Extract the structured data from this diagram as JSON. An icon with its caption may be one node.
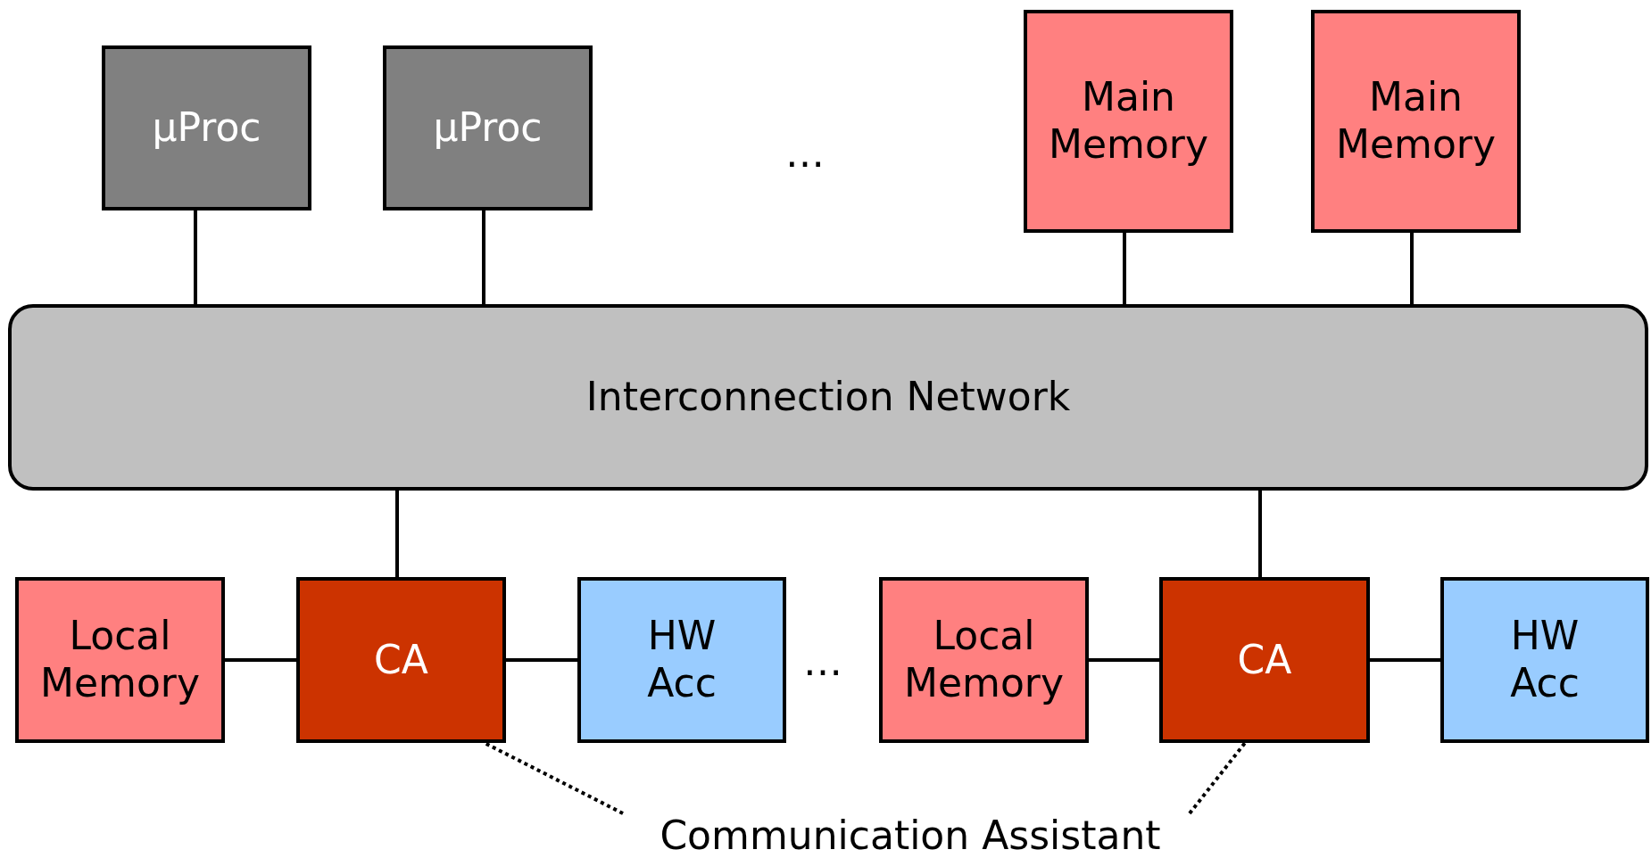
{
  "diagram": {
    "nodes": [
      {
        "text": [
          "µProc"
        ]
      },
      {
        "text": [
          "µProc"
        ]
      },
      {
        "text": [
          "Main Memory"
        ]
      },
      {
        "text": [
          "Main Memory"
        ]
      },
      {
        "text": [
          "Interconnection Network"
        ]
      },
      {
        "text": [
          "Local Memory"
        ]
      },
      {
        "text": [
          "CA"
        ]
      },
      {
        "text": [
          "HW Acc"
        ]
      },
      {
        "text": [
          "Local Memory"
        ]
      },
      {
        "text": [
          "CA"
        ]
      },
      {
        "text": [
          "HW Acc"
        ]
      },
      {
        "text": [
          "Communication Assistant"
        ]
      }
    ],
    "edges": [
      {
        "from": 0,
        "to": 4,
        "arrow": "none"
      },
      {
        "from": 1,
        "to": 4,
        "arrow": "none"
      },
      {
        "from": 2,
        "to": 4,
        "arrow": "none"
      },
      {
        "from": 3,
        "to": 4,
        "arrow": "none"
      },
      {
        "from": 6,
        "to": 4,
        "arrow": "none"
      },
      {
        "from": 9,
        "to": 4,
        "arrow": "none"
      },
      {
        "from": 5,
        "to": 6,
        "arrow": "none"
      },
      {
        "from": 6,
        "to": 7,
        "arrow": "none"
      },
      {
        "from": 8,
        "to": 9,
        "arrow": "none"
      },
      {
        "from": 9,
        "to": 10,
        "arrow": "none"
      },
      {
        "from": 11,
        "to": 6,
        "arrow": "none",
        "style": "dashed"
      },
      {
        "from": 11,
        "to": 9,
        "arrow": "none",
        "style": "dashed"
      }
    ],
    "labels": [
      "…",
      "…"
    ]
  }
}
